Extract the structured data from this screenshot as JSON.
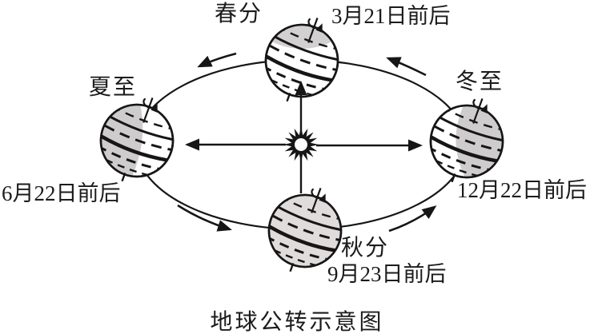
{
  "figure": {
    "caption": "地球公转示意图",
    "sun": {
      "icon": "sun-star-burst"
    },
    "positions": [
      {
        "place": "top",
        "season": "春分",
        "date": "3月21日前后"
      },
      {
        "place": "left",
        "season": "夏至",
        "date": "6月22日前后"
      },
      {
        "place": "bottom",
        "season": "秋分",
        "date": "9月23日前后"
      },
      {
        "place": "right",
        "season": "冬至",
        "date": "12月22日前后"
      }
    ],
    "orbit": {
      "revolution_direction": "counterclockwise",
      "rotation_marker": "axis-spin-arrow"
    },
    "colors": {
      "line": "#161616",
      "night_shade": "#cfcccd",
      "globe_tint": "#e0dcdc",
      "background": "#ffffff"
    }
  }
}
